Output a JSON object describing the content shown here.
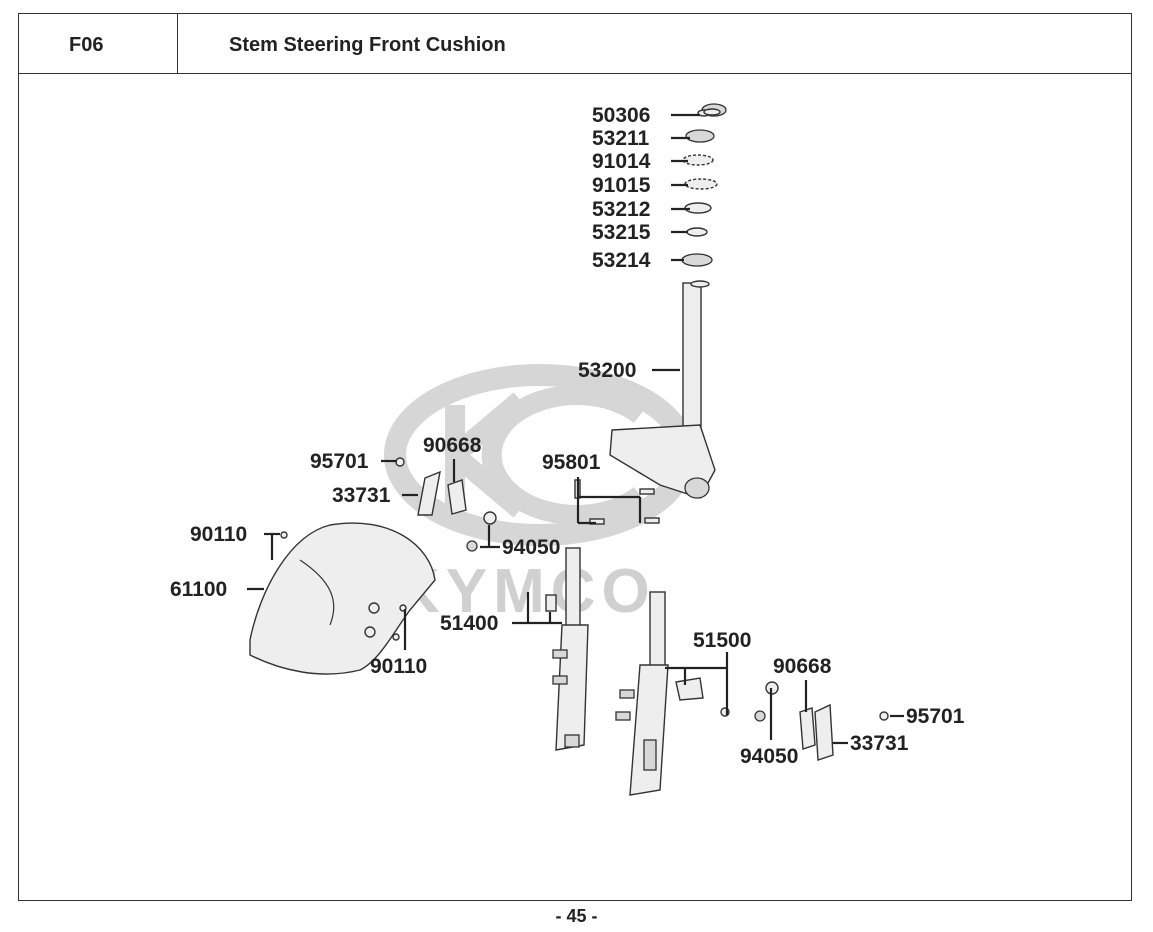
{
  "header": {
    "code": "F06",
    "title": "Stem Steering  Front Cushion"
  },
  "watermark": {
    "text": "KYMCO"
  },
  "callouts": {
    "c50306": "50306",
    "c53211": "53211",
    "c91014": "91014",
    "c91015": "91015",
    "c53212": "53212",
    "c53215": "53215",
    "c53214": "53214",
    "c53200": "53200",
    "c95701a": "95701",
    "c90668a": "90668",
    "c33731a": "33731",
    "c95801": "95801",
    "c90110a": "90110",
    "c94050a": "94050",
    "c61100": "61100",
    "c51400": "51400",
    "c90110b": "90110",
    "c51500": "51500",
    "c90668b": "90668",
    "c95701b": "95701",
    "c94050b": "94050",
    "c33731b": "33731"
  },
  "footer": {
    "page": "- 45 -"
  }
}
